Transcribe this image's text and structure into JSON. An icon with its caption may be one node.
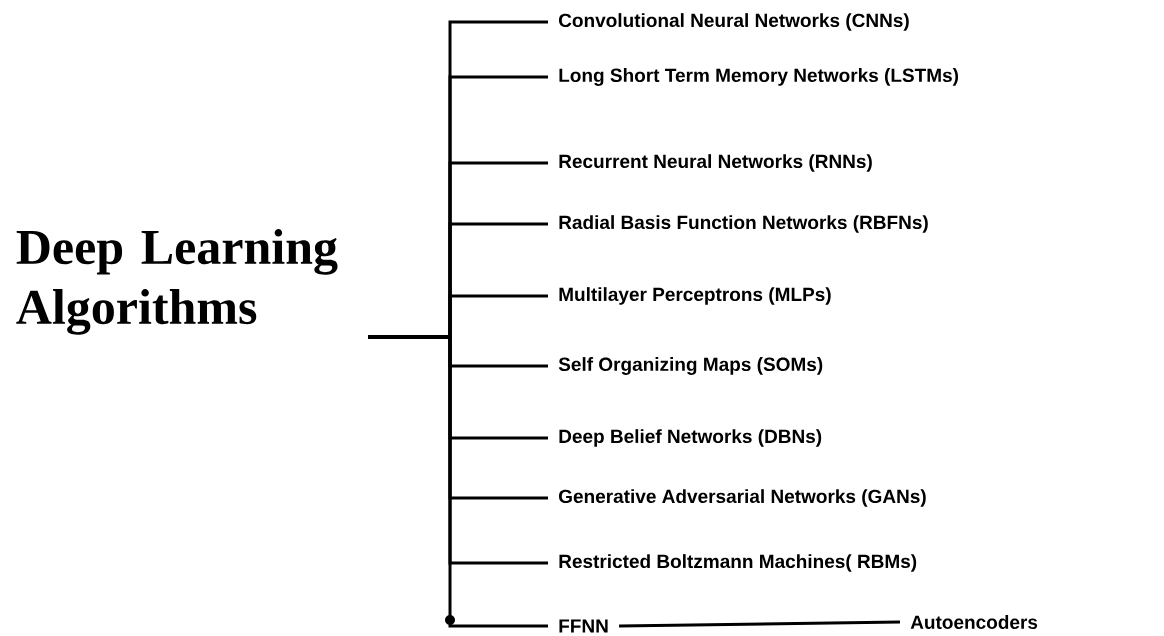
{
  "diagram": {
    "nodes": [
      {
        "text": [
          "Deep Learning Algorithms"
        ]
      },
      {
        "text": [
          "Convolutional Neural Networks (CNNs)"
        ]
      },
      {
        "text": [
          "Long Short Term Memory Networks (LSTMs)"
        ]
      },
      {
        "text": [
          "Recurrent Neural Networks (RNNs)"
        ]
      },
      {
        "text": [
          "Radial Basis Function Networks (RBFNs)"
        ]
      },
      {
        "text": [
          "Multilayer Perceptrons (MLPs)"
        ]
      },
      {
        "text": [
          "Self Organizing Maps (SOMs)"
        ]
      },
      {
        "text": [
          "Deep Belief Networks (DBNs)"
        ]
      },
      {
        "text": [
          "Generative Adversarial Networks (GANs)"
        ]
      },
      {
        "text": [
          "Restricted Boltzmann Machines( RBMs)"
        ]
      },
      {
        "text": [
          "FFNN"
        ]
      },
      {
        "text": [
          "Autoencoders"
        ]
      }
    ],
    "edges": [
      {
        "from": 0,
        "to": 1,
        "arrow": "none"
      },
      {
        "from": 0,
        "to": 2,
        "arrow": "none"
      },
      {
        "from": 0,
        "to": 3,
        "arrow": "none"
      },
      {
        "from": 0,
        "to": 4,
        "arrow": "none"
      },
      {
        "from": 0,
        "to": 5,
        "arrow": "none"
      },
      {
        "from": 0,
        "to": 6,
        "arrow": "none"
      },
      {
        "from": 0,
        "to": 7,
        "arrow": "none"
      },
      {
        "from": 0,
        "to": 8,
        "arrow": "none"
      },
      {
        "from": 0,
        "to": 9,
        "arrow": "none"
      },
      {
        "from": 0,
        "to": 10,
        "arrow": "none"
      },
      {
        "from": 10,
        "to": 11,
        "arrow": "none"
      }
    ]
  }
}
